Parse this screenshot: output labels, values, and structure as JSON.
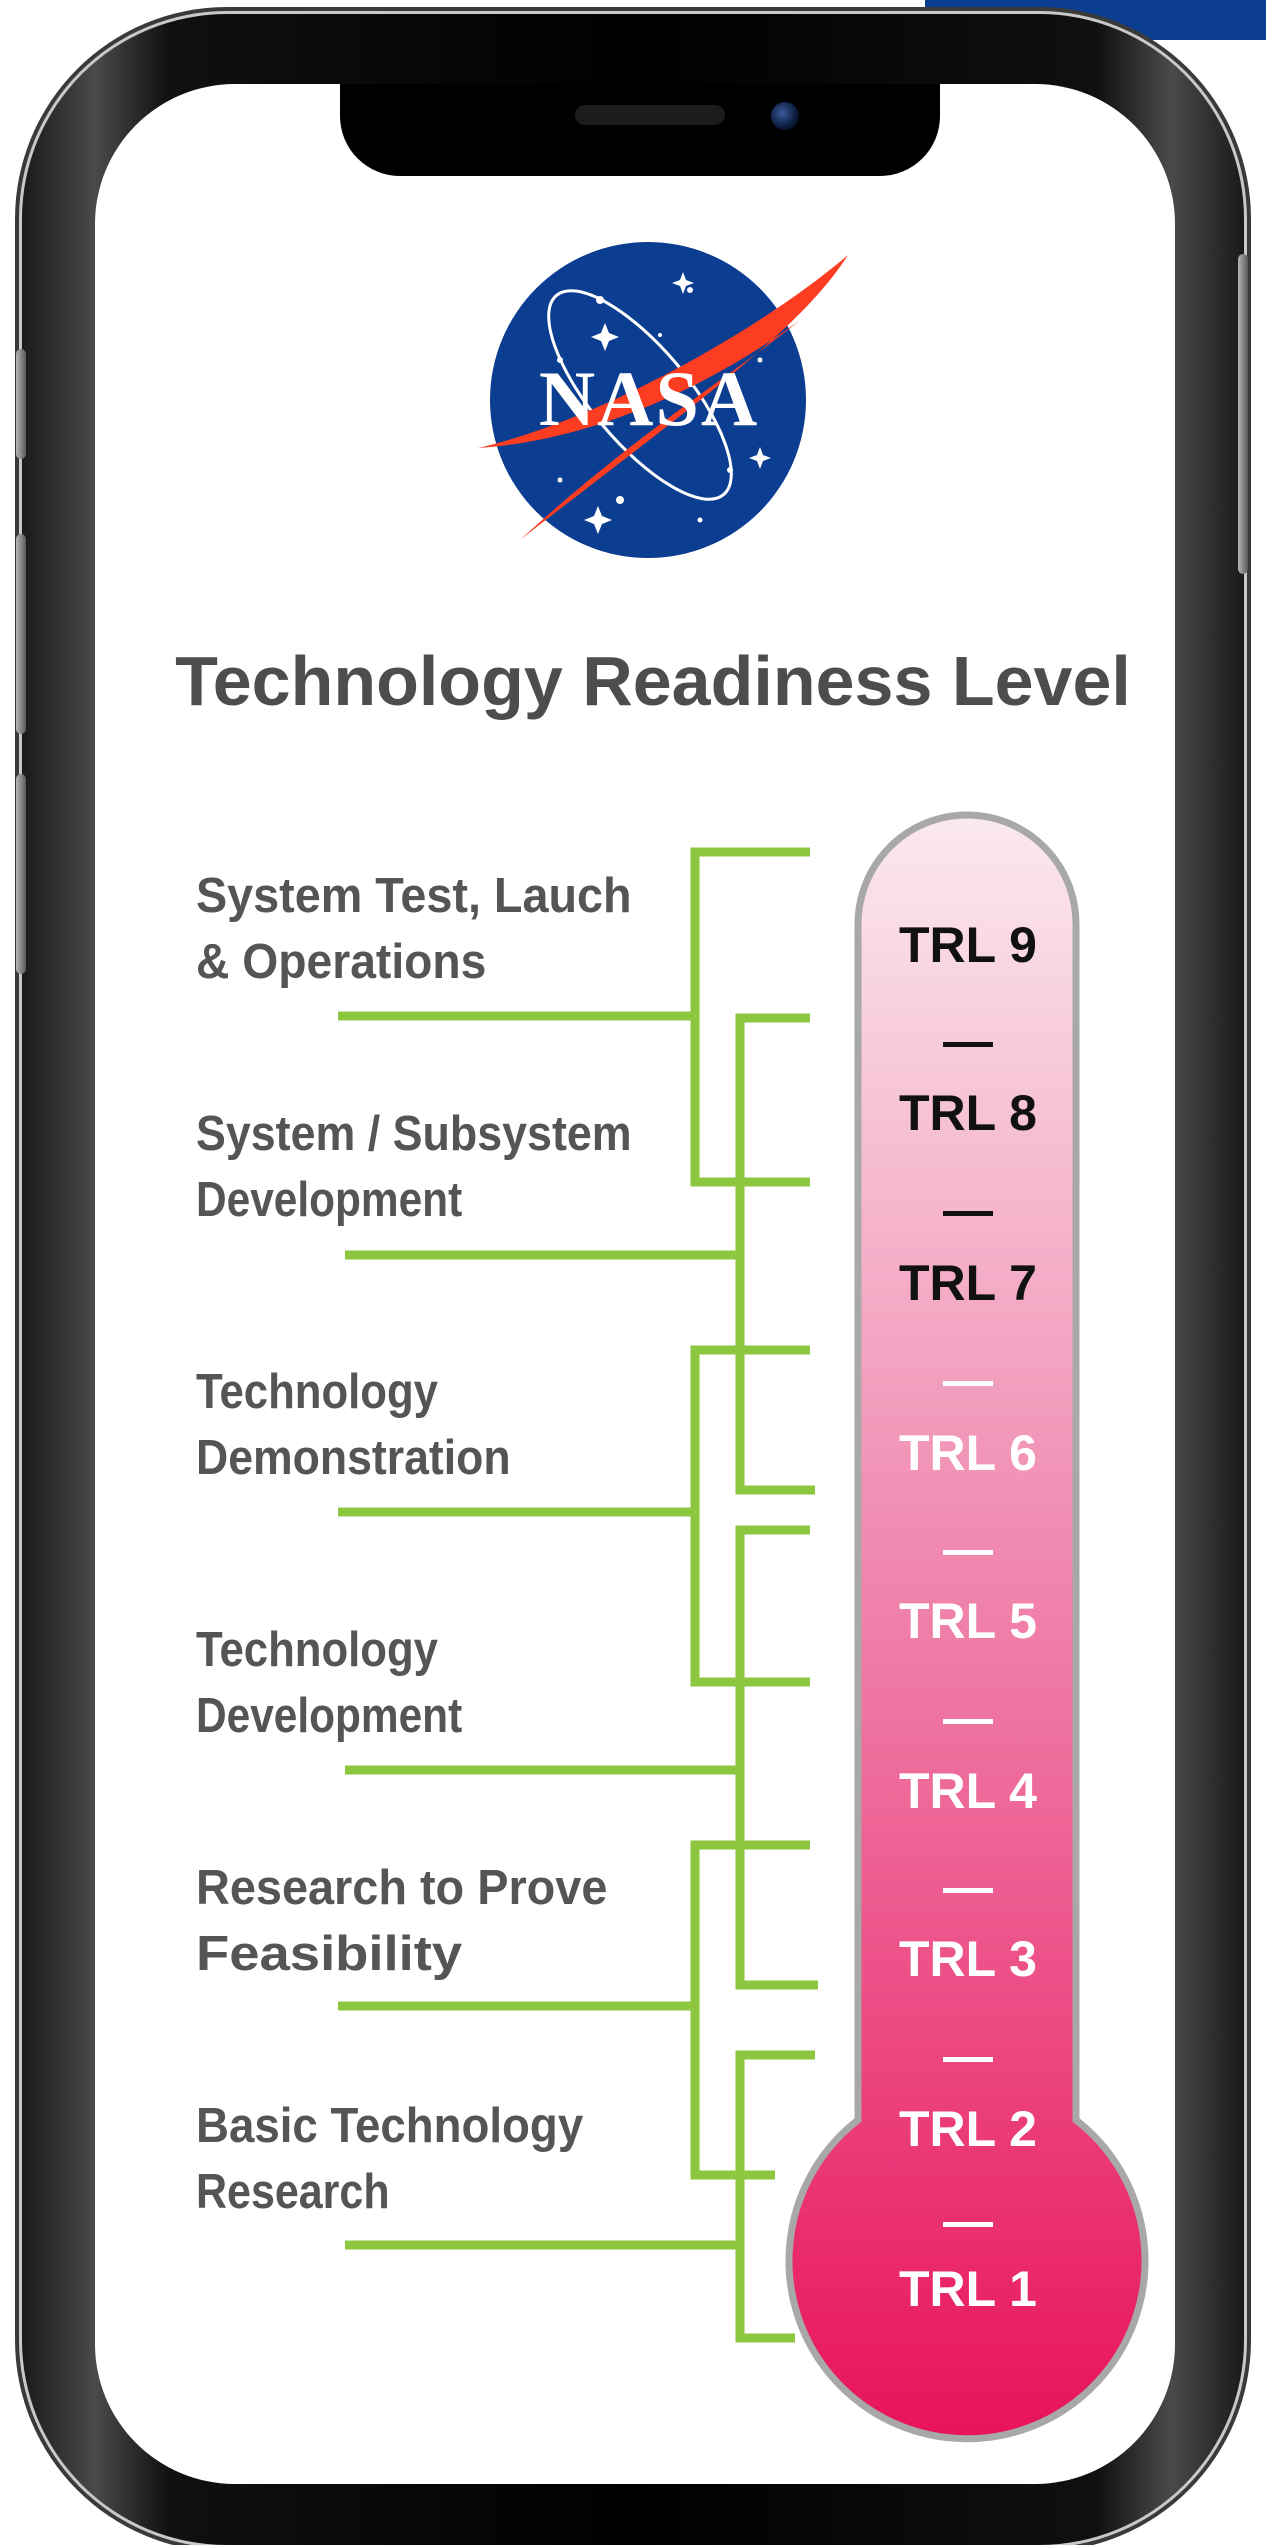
{
  "logo": {
    "text": "NASA",
    "icon": "nasa-meatball-logo",
    "colors": {
      "blue": "#0b3d91",
      "red": "#fc3d21",
      "white": "#ffffff"
    }
  },
  "title": "Technology Readiness Level",
  "categories": [
    {
      "line1": "System Test, Lauch",
      "line2": "& Operations"
    },
    {
      "line1": "System / Subsystem",
      "line2": "Development"
    },
    {
      "line1": "Technology",
      "line2": "Demonstration"
    },
    {
      "line1": "Technology",
      "line2": "Development"
    },
    {
      "line1": "Research to Prove",
      "line2": "Feasibility"
    },
    {
      "line1": "Basic Technology",
      "line2": "Research"
    }
  ],
  "levels": [
    "TRL 9",
    "TRL 8",
    "TRL 7",
    "TRL 6",
    "TRL 5",
    "TRL 4",
    "TRL 3",
    "TRL 2",
    "TRL 1"
  ],
  "separator": "—",
  "colors": {
    "bracket": "#8dc63f",
    "label": "#555555",
    "title": "#4d4d4d",
    "thermo_top": "#fbe9f0",
    "thermo_bottom": "#e8125c",
    "thermo_outline": "#a8a8a8",
    "dark_text": "#111111",
    "light_text": "#ffffff"
  }
}
